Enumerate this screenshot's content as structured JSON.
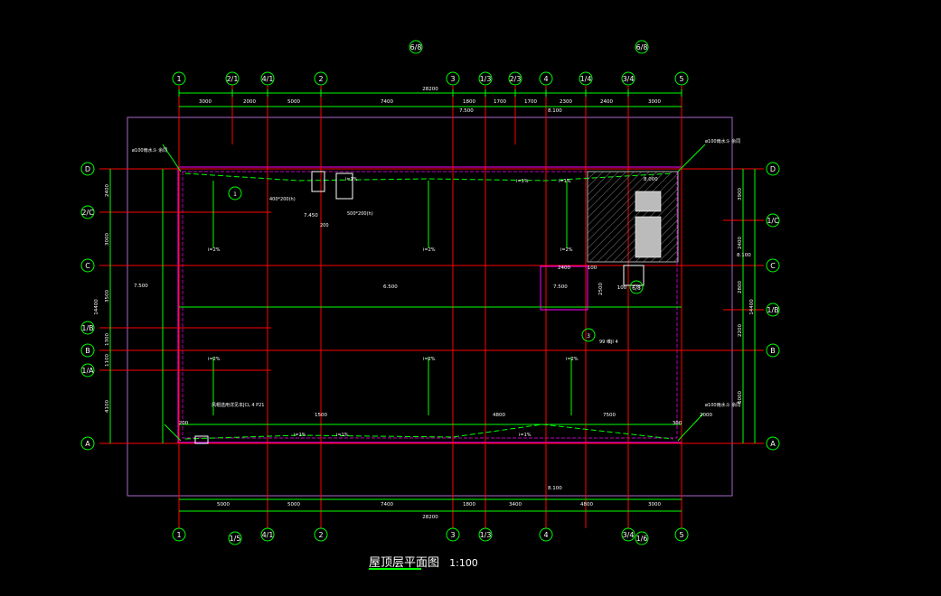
{
  "drawing": {
    "title": "屋顶层平面图",
    "scale": "1:100",
    "colors": {
      "background": "#000000",
      "axis": "#ff0000",
      "dimension": "#00ff00",
      "wall": "#ff00ff",
      "outline": "#aa66cc",
      "hatch": "#808080",
      "text": "#ffffff",
      "bubble": "#00ff00"
    },
    "vertical_axes_top": [
      "1",
      "2/1",
      "4/1",
      "2",
      "3",
      "1/3",
      "2/3",
      "4",
      "1/4",
      "3/4",
      "5"
    ],
    "vertical_axes_bottom": [
      "1",
      "4/1",
      "2",
      "3",
      "1/3",
      "4",
      "3/4",
      "5"
    ],
    "extra_axis_top": [
      "6/8",
      "6/8"
    ],
    "extra_axis_bottom": [
      "1/5",
      "1/6"
    ],
    "horizontal_axes_left": [
      "D",
      "2/C",
      "C",
      "1/B",
      "B",
      "1/A",
      "A"
    ],
    "horizontal_axes_right": [
      "D",
      "1/C",
      "C",
      "1/B",
      "B",
      "A"
    ],
    "dims_top": [
      "3000",
      "2000",
      "5000",
      "7400",
      "1800",
      "1700",
      "1700",
      "2300",
      "2400",
      "3000"
    ],
    "dims_top_total": "28200",
    "dims_bottom": [
      "5000",
      "5000",
      "7400",
      "1800",
      "3400",
      "4800",
      "3000"
    ],
    "dims_bottom_total": "28200",
    "dims_left": [
      "2400",
      "3000",
      "3500",
      "1300",
      "1100",
      "4100"
    ],
    "dims_left_total": "14400",
    "dims_right": [
      "3900",
      "2400",
      "2800",
      "2200",
      "6000"
    ],
    "dims_right_total": "14400",
    "dims_inner": [
      "1500",
      "4800",
      "7500",
      "2000",
      "200",
      "300",
      "100",
      "2400",
      "2500",
      "100"
    ],
    "elevations": [
      "7.500",
      "8.100",
      "6.500",
      "7.500",
      "7.500",
      "8.100",
      "8.100",
      "7.450",
      "8.000"
    ],
    "slopes": [
      "i=2%",
      "i=2%",
      "i=2%",
      "i=1%",
      "i=1%",
      "i=1%",
      "i=1%",
      "i=1%",
      "i=2%",
      "i=2%",
      "i=2%",
      "i=1%"
    ],
    "notes": [
      "ø100雨水斗 余同",
      "ø100雨水斗 余同",
      "ø100雨水斗 余同",
      "400*200(h)",
      "500*200(h)",
      "200",
      "99 维JI 4",
      "风帽选用详见本JCL 4 P21"
    ],
    "section_marks": [
      "1",
      "6/8",
      "3"
    ]
  }
}
